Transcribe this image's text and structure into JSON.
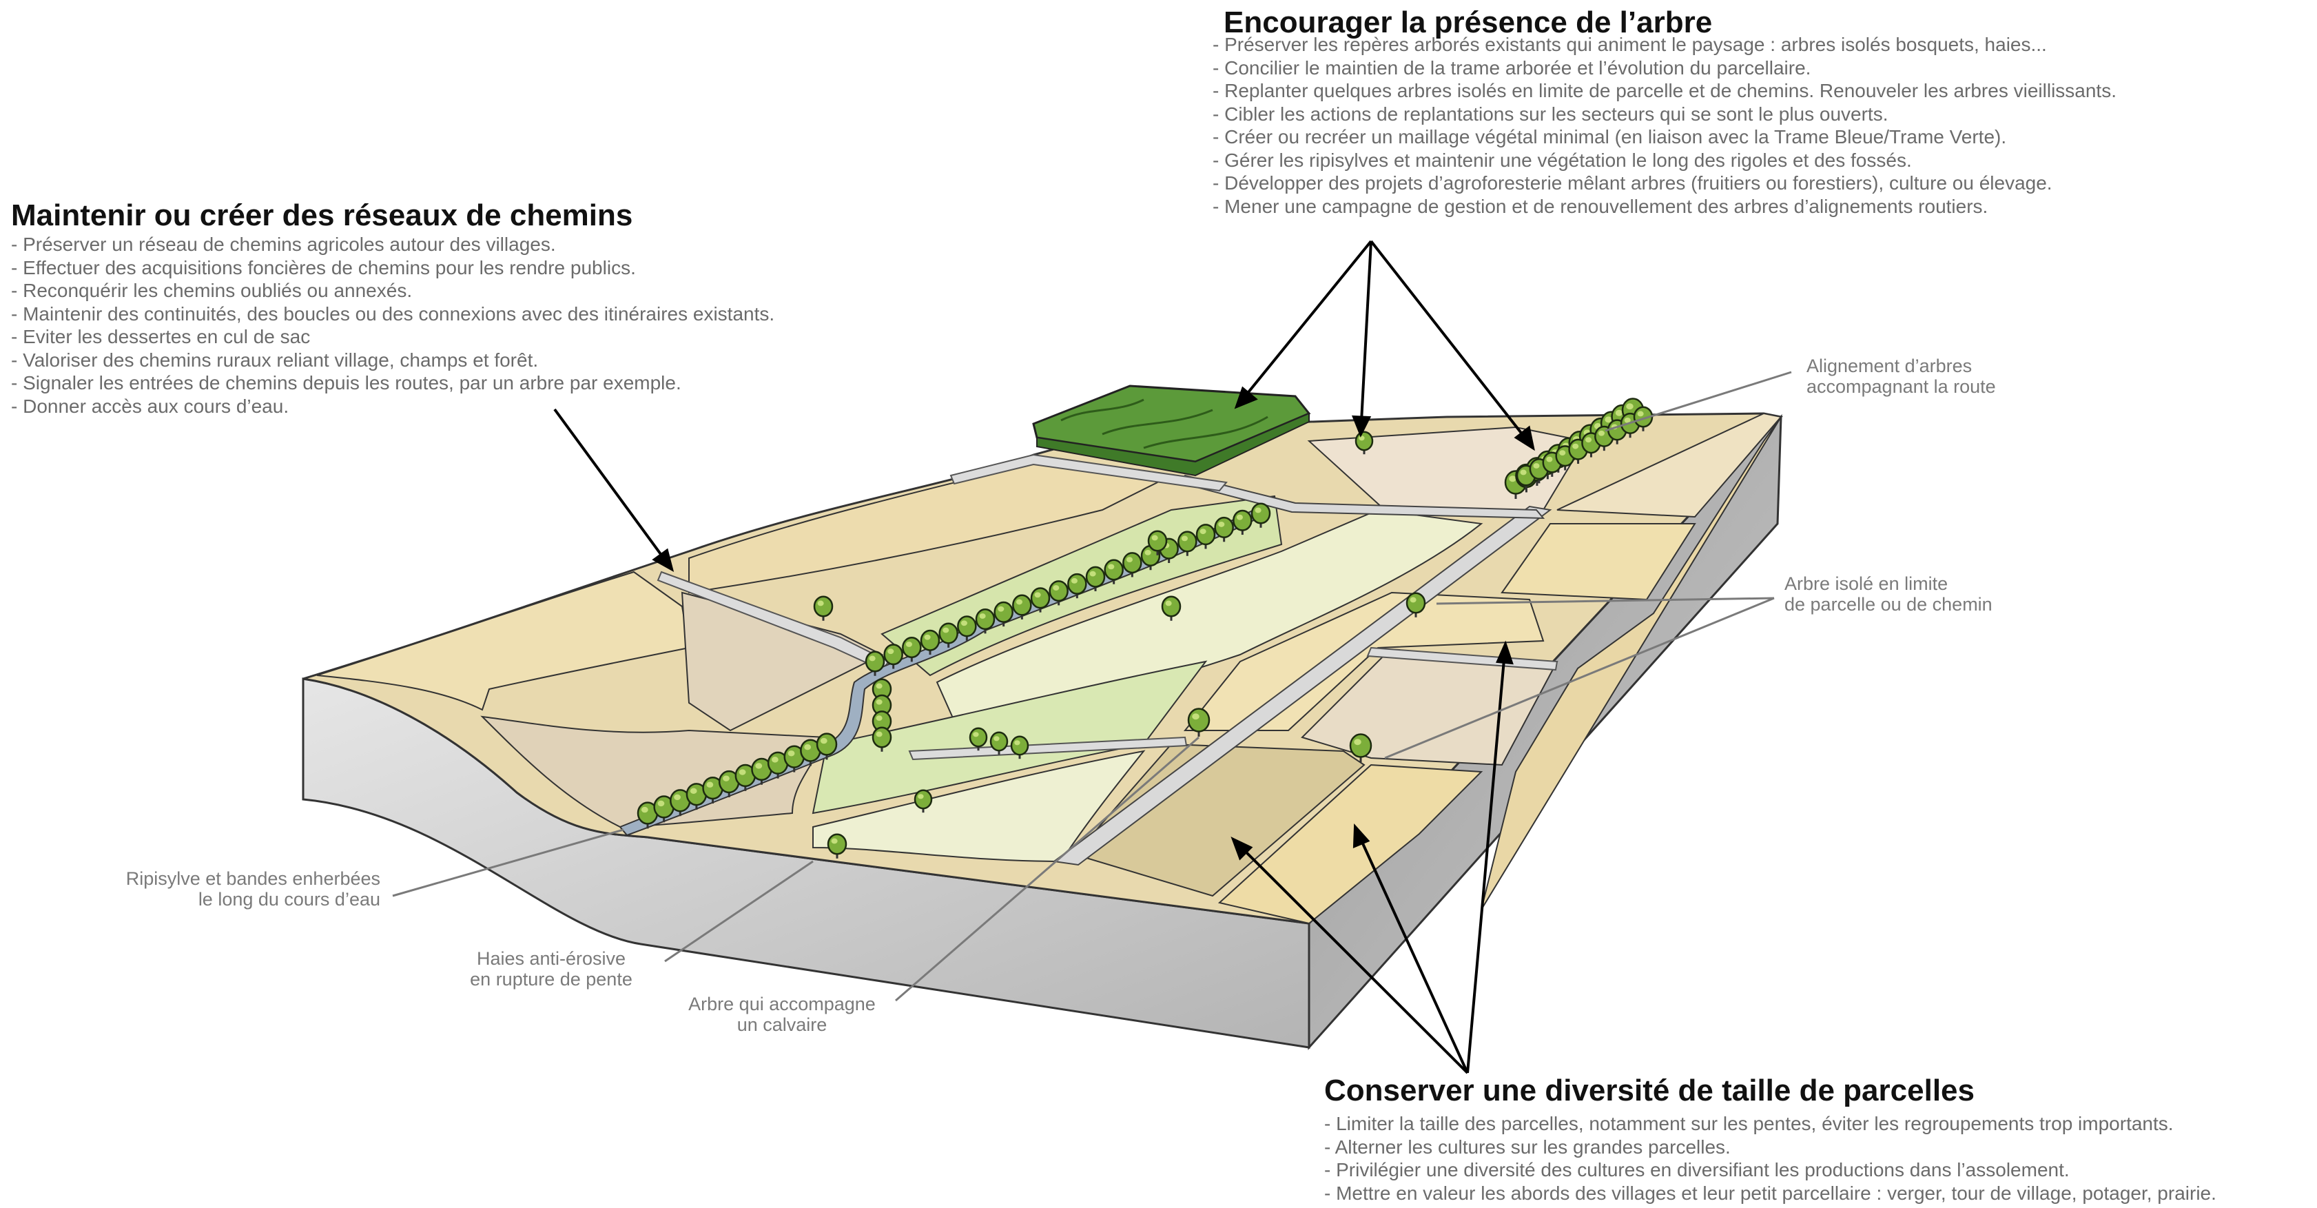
{
  "sections": {
    "chemins": {
      "title": "Maintenir ou créer des réseaux de chemins",
      "bullets": [
        "Préserver un réseau de chemins agricoles autour des villages.",
        "Effectuer des acquisitions foncières de chemins pour les rendre publics.",
        "Reconquérir les chemins oubliés ou annexés.",
        "Maintenir des continuités, des boucles ou des connexions avec des itinéraires existants.",
        "Eviter les dessertes en cul de sac",
        "Valoriser des chemins ruraux reliant village, champs et forêt.",
        "Signaler les entrées de chemins depuis les routes, par un arbre par exemple.",
        "Donner accès aux cours d’eau."
      ]
    },
    "arbre": {
      "title": "Encourager la présence de l’arbre",
      "bullets": [
        "Préserver les repères arborés existants qui animent le paysage : arbres isolés bosquets, haies...",
        "Concilier le maintien de la trame arborée et l’évolution du parcellaire.",
        "Replanter quelques arbres isolés en limite de parcelle et de chemins. Renouveler les arbres vieillissants.",
        "Cibler les actions de replantations sur les secteurs qui se sont le plus ouverts.",
        "Créer ou recréer un maillage végétal minimal (en liaison avec la Trame Bleue/Trame Verte).",
        "Gérer les ripisylves et maintenir une végétation le long des rigoles et des fossés.",
        "Développer des projets d’agroforesterie mêlant arbres (fruitiers ou forestiers), culture ou élevage.",
        "Mener une campagne de gestion et de renouvellement des arbres d’alignements routiers."
      ]
    },
    "parcelles": {
      "title": "Conserver une diversité de taille de parcelles",
      "bullets": [
        "Limiter la taille des parcelles, notamment sur les pentes, éviter les regroupements trop importants.",
        "Alterner les cultures sur les grandes parcelles.",
        "Privilégier une diversité des cultures en diversifiant les productions dans l’assolement.",
        "Mettre en valeur les abords des villages et leur petit parcellaire : verger, tour de village, potager, prairie."
      ]
    }
  },
  "labels": {
    "alignement": [
      "Alignement d’arbres",
      "accompagnant la route"
    ],
    "arbre_isole": [
      "Arbre isolé en limite",
      "de parcelle ou de chemin"
    ],
    "ripisylve": [
      "Ripisylve et bandes enherbées",
      "le long du cours d’eau"
    ],
    "haies": [
      "Haies anti-érosive",
      "en rupture de pente"
    ],
    "calvaire": [
      "Arbre qui accompagne",
      "un calvaire"
    ]
  },
  "colors": {
    "ground_side": "#c2c2c2",
    "field_tan": "#e9d8a8",
    "field_beige": "#e4d7c0",
    "field_green": "#d9e8b3",
    "tree": "#7cae3a",
    "water": "#9fb0c2",
    "forest": "#5c9a3a"
  }
}
